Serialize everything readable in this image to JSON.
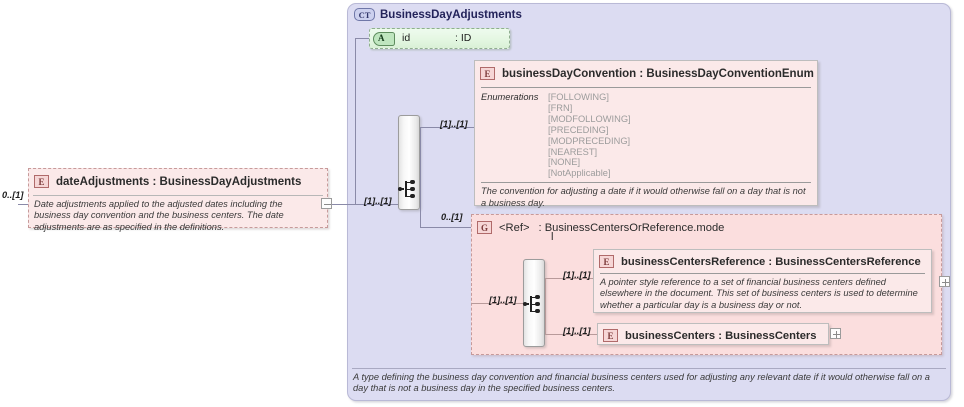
{
  "diagram": {
    "type": "xsd-schema-diagram",
    "title": "BusinessDayAdjustments"
  },
  "left_element": {
    "badge": "E",
    "title": "dateAdjustments : BusinessDayAdjustments",
    "name": "dateAdjustments",
    "type": "BusinessDayAdjustments",
    "cardinality": "0..[1]",
    "documentation": "Date adjustments applied to the adjusted dates including the business day convention and the business centers. The date adjustments are as specified in the definitions.",
    "toggle": "minus"
  },
  "complex_type": {
    "badge": "CT",
    "name": "BusinessDayAdjustments",
    "documentation": "A type defining the business day convention and financial business centers used for adjusting any relevant date if it would otherwise fall on a day that is not a business day in the specified business centers."
  },
  "attribute": {
    "badge": "A",
    "name": "id",
    "type": ": ID"
  },
  "compositor_1": {
    "icon": "sequence-compositor-icon",
    "cardinality_in": "[1]..[1]",
    "branch_1_cardinality": "[1]..[1]",
    "branch_2_cardinality": "0..[1]"
  },
  "business_day_convention": {
    "badge": "E",
    "title": "businessDayConvention : BusinessDayConventionEnum",
    "name": "businessDayConvention",
    "type": "BusinessDayConventionEnum",
    "enumerations_label": "Enumerations",
    "enumerations": [
      "[FOLLOWING]",
      "[FRN]",
      "[MODFOLLOWING]",
      "[PRECEDING]",
      "[MODPRECEDING]",
      "[NEAREST]",
      "[NONE]",
      "[NotApplicable]"
    ],
    "documentation": "The convention for adjusting a date if it would otherwise fall on a day that is not a business day."
  },
  "ref_group": {
    "badge": "G",
    "ref_label": "<Ref>",
    "type": ": BusinessCentersOrReference.mode",
    "type_line2": "l",
    "compositor_icon": "sequence-compositor-icon",
    "cardinality_in": "[1]..[1]"
  },
  "business_centers_reference": {
    "badge": "E",
    "title": "businessCentersReference : BusinessCentersReference",
    "name": "businessCentersReference",
    "type": "BusinessCentersReference",
    "cardinality": "[1]..[1]",
    "documentation": "A pointer style reference to a set of financial business centers defined elsewhere in the document. This set of business centers is used to determine whether a particular day is a business day or not.",
    "toggle": "plus"
  },
  "business_centers": {
    "badge": "E",
    "title": "businessCenters : BusinessCenters",
    "name": "businessCenters",
    "type": "BusinessCenters",
    "cardinality": "[1]..[1]",
    "toggle": "plus"
  },
  "colors": {
    "complex_type_bg": "#dcdcf2",
    "element_bg": "#fbe9e9",
    "group_bg": "#fbdede",
    "attribute_bg": "#e4f7e2",
    "badge_pink": "#f6d6d6",
    "badge_green": "#7fd18d",
    "badge_blue": "#ccd0ee"
  }
}
